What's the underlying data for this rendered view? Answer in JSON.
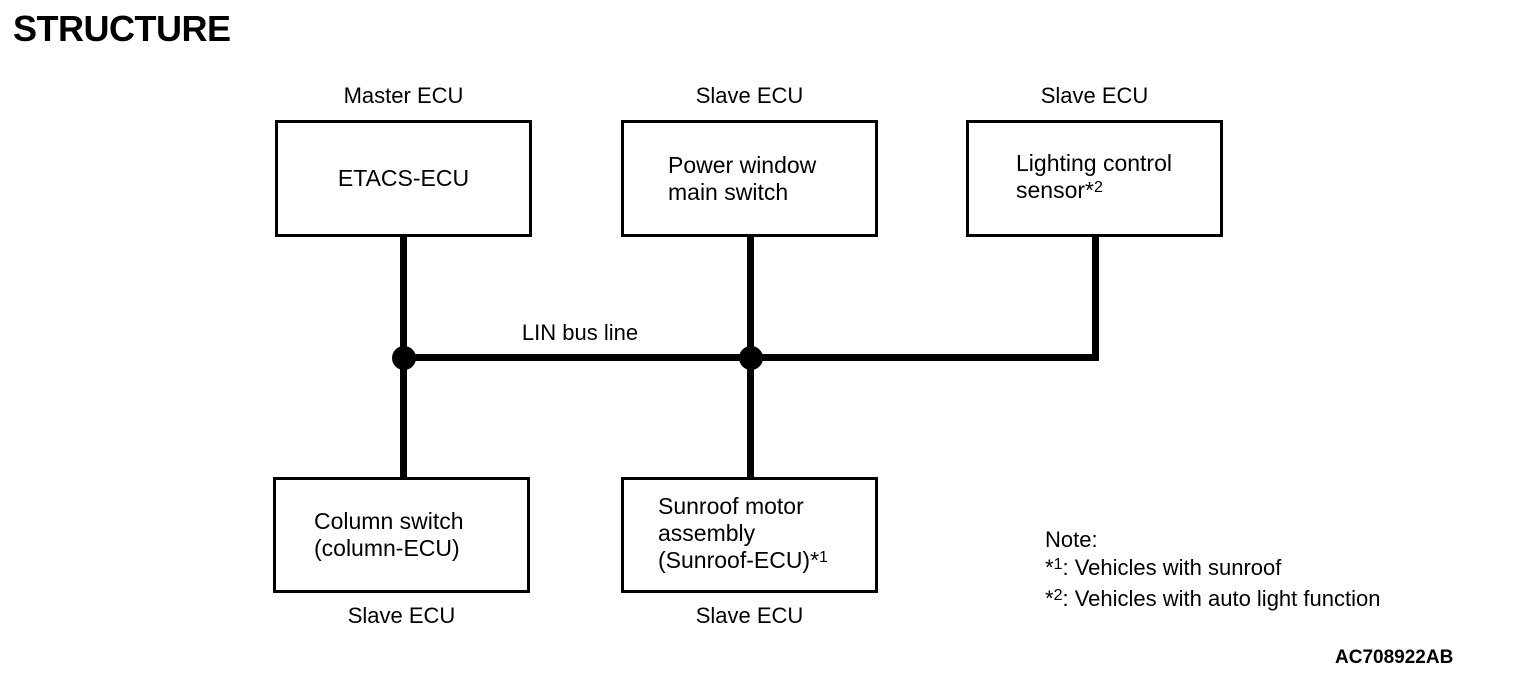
{
  "title": "STRUCTURE",
  "diagram": {
    "bus_label": "LIN bus line",
    "nodes": [
      {
        "id": "etacs-ecu",
        "role_label": "Master ECU",
        "role_label_position": "above",
        "lines": [
          [
            {
              "t": "ETACS-ECU"
            }
          ]
        ]
      },
      {
        "id": "power-window-main-switch",
        "role_label": "Slave ECU",
        "role_label_position": "above",
        "lines": [
          [
            {
              "t": "Power window"
            }
          ],
          [
            {
              "t": "main switch"
            }
          ]
        ]
      },
      {
        "id": "lighting-control-sensor",
        "role_label": "Slave ECU",
        "role_label_position": "above",
        "lines": [
          [
            {
              "t": "Lighting control"
            }
          ],
          [
            {
              "t": "sensor*"
            },
            {
              "t": "2",
              "sup": true
            }
          ]
        ]
      },
      {
        "id": "column-switch",
        "role_label": "Slave ECU",
        "role_label_position": "below",
        "lines": [
          [
            {
              "t": "Column switch"
            }
          ],
          [
            {
              "t": "(column-ECU)"
            }
          ]
        ]
      },
      {
        "id": "sunroof-motor-assembly",
        "role_label": "Slave ECU",
        "role_label_position": "below",
        "lines": [
          [
            {
              "t": "Sunroof motor"
            }
          ],
          [
            {
              "t": "assembly"
            }
          ],
          [
            {
              "t": "(Sunroof-ECU)*"
            },
            {
              "t": "1",
              "sup": true
            }
          ]
        ]
      }
    ],
    "note": {
      "heading": "Note:",
      "items": [
        [
          {
            "t": "*"
          },
          {
            "t": "1",
            "sup": true
          },
          {
            "t": ": Vehicles with sunroof"
          }
        ],
        [
          {
            "t": "*"
          },
          {
            "t": "2",
            "sup": true
          },
          {
            "t": ": Vehicles with auto light function"
          }
        ]
      ]
    },
    "figure_code": "AC708922AB",
    "colors": {
      "line": "#000000",
      "background": "#ffffff",
      "text": "#000000"
    }
  }
}
